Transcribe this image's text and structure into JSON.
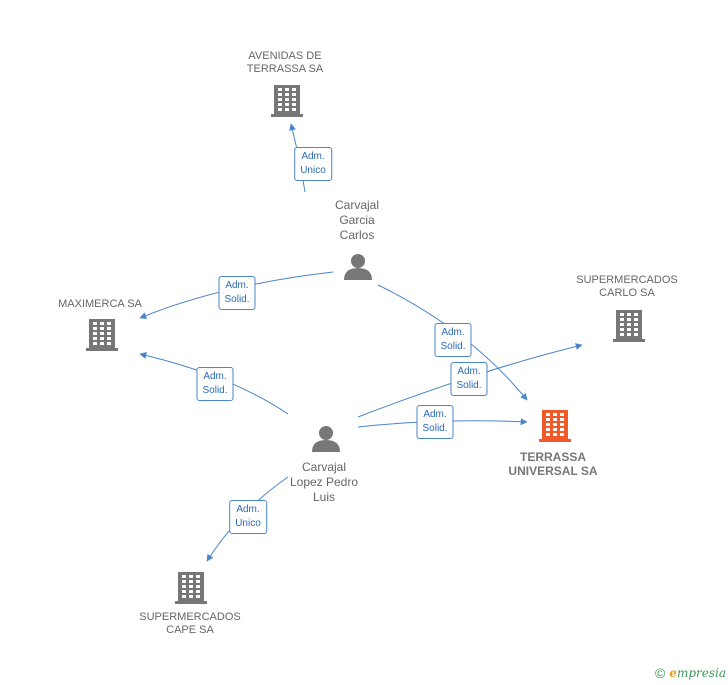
{
  "nodes": {
    "avenidas": {
      "label": "AVENIDAS DE\nTERRASSA SA",
      "kind": "company"
    },
    "maximerca": {
      "label": "MAXIMERCA SA",
      "kind": "company"
    },
    "carlo": {
      "label": "SUPERMERCADOS\nCARLO SA",
      "kind": "company"
    },
    "terrassa": {
      "label": "TERRASSA\nUNIVERSAL SA",
      "kind": "company-focus"
    },
    "cape": {
      "label": "SUPERMERCADOS\nCAPE SA",
      "kind": "company"
    },
    "garcia": {
      "label": "Carvajal\nGarcia\nCarlos",
      "kind": "person"
    },
    "lopez": {
      "label": "Carvajal\nLopez Pedro\nLuis",
      "kind": "person"
    }
  },
  "edges": [
    {
      "label": "Adm.\nUnico"
    },
    {
      "label": "Adm.\nSolid."
    },
    {
      "label": "Adm.\nSolid."
    },
    {
      "label": "Adm.\nSolid."
    },
    {
      "label": "Adm.\nSolid."
    },
    {
      "label": "Adm.\nSolid."
    },
    {
      "label": "Adm.\nUnico"
    }
  ],
  "colors": {
    "edge": "#4a86c8",
    "company": "#777777",
    "focus": "#f05a28",
    "person": "#777777"
  },
  "footer": {
    "copyright": "©",
    "brand_initial": "e",
    "brand_rest": "mpresia"
  }
}
